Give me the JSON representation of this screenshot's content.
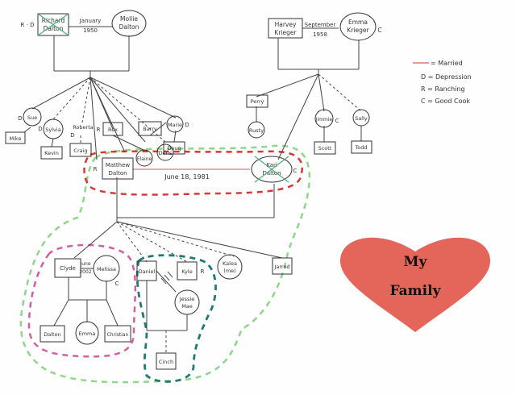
{
  "colors": {
    "paper": "#fefefe",
    "ink": "#333333",
    "married_line": "#d06060",
    "heart": "#e4665a",
    "dash_red": "#d43a3a",
    "dash_green": "#8fd68a",
    "dash_pink": "#d35fa0",
    "dash_teal": "#1f7a6f"
  },
  "heart": {
    "line1": "My",
    "line2": "Family"
  },
  "legend": {
    "married": "= Married",
    "depression": "D = Depression",
    "ranching": "R = Ranching",
    "good_cook": "C = Good Cook"
  },
  "people": {
    "richard": {
      "name1": "Richard",
      "name2": "Dalton",
      "tag": "R · D"
    },
    "mollie": {
      "name1": "Mollie",
      "name2": "Dalton"
    },
    "marriage1_date": {
      "line1": "January",
      "line2": "1950"
    },
    "harvey": {
      "name1": "Harvey",
      "name2": "Krieger"
    },
    "emma_k": {
      "name1": "Emma",
      "name2": "Krieger",
      "tag": "C"
    },
    "marriage2_date": {
      "line1": "September",
      "line2": "1958"
    },
    "sue": {
      "name": "Sue",
      "tag": "D"
    },
    "mike": {
      "name": "Mike"
    },
    "sylvia": {
      "name": "Sylvia",
      "tag": "D"
    },
    "kevin": {
      "name": "Kevin"
    },
    "roberta": {
      "name": "Roberta",
      "tag": "D"
    },
    "craig": {
      "name": "Craig"
    },
    "rex": {
      "name": "Rex",
      "tag": "R"
    },
    "barry": {
      "name": "Barry"
    },
    "marie": {
      "name": "Marie",
      "tag": "D"
    },
    "doug": {
      "name": "Doug"
    },
    "elaine": {
      "name": "Elaine"
    },
    "doris": {
      "name": "Doris"
    },
    "perry": {
      "name": "Perry"
    },
    "rusty": {
      "name": "Rusty"
    },
    "jimmie": {
      "name": "Jimmie",
      "tag": "C"
    },
    "scott": {
      "name": "Scott"
    },
    "sally": {
      "name": "Sally"
    },
    "todd": {
      "name": "Todd"
    },
    "matthew": {
      "name1": "Matthew",
      "name2": "Dalton",
      "tag": "R"
    },
    "kari": {
      "name1": "Kari",
      "name2": "Dalton",
      "tag": "C"
    },
    "marriage3_date": "June 18, 1981",
    "clyde": {
      "name": "Clyde"
    },
    "melissa": {
      "name": "Melissa",
      "tag": "C"
    },
    "marriage4_date": {
      "line1": "June",
      "line2": "2002"
    },
    "daniel": {
      "name": "Daniel"
    },
    "jessie": {
      "name1": "Jessie",
      "name2": "Mae"
    },
    "kyle": {
      "name": "Kyle",
      "tag": "R"
    },
    "kalea": {
      "name1": "Kalea",
      "name2": "(me)"
    },
    "jarrod": {
      "name": "Jarrod"
    },
    "dalton": {
      "name": "Dalton"
    },
    "emma": {
      "name": "Emma"
    },
    "christian": {
      "name": "Christian"
    },
    "cinch": {
      "name": "Cinch"
    }
  }
}
